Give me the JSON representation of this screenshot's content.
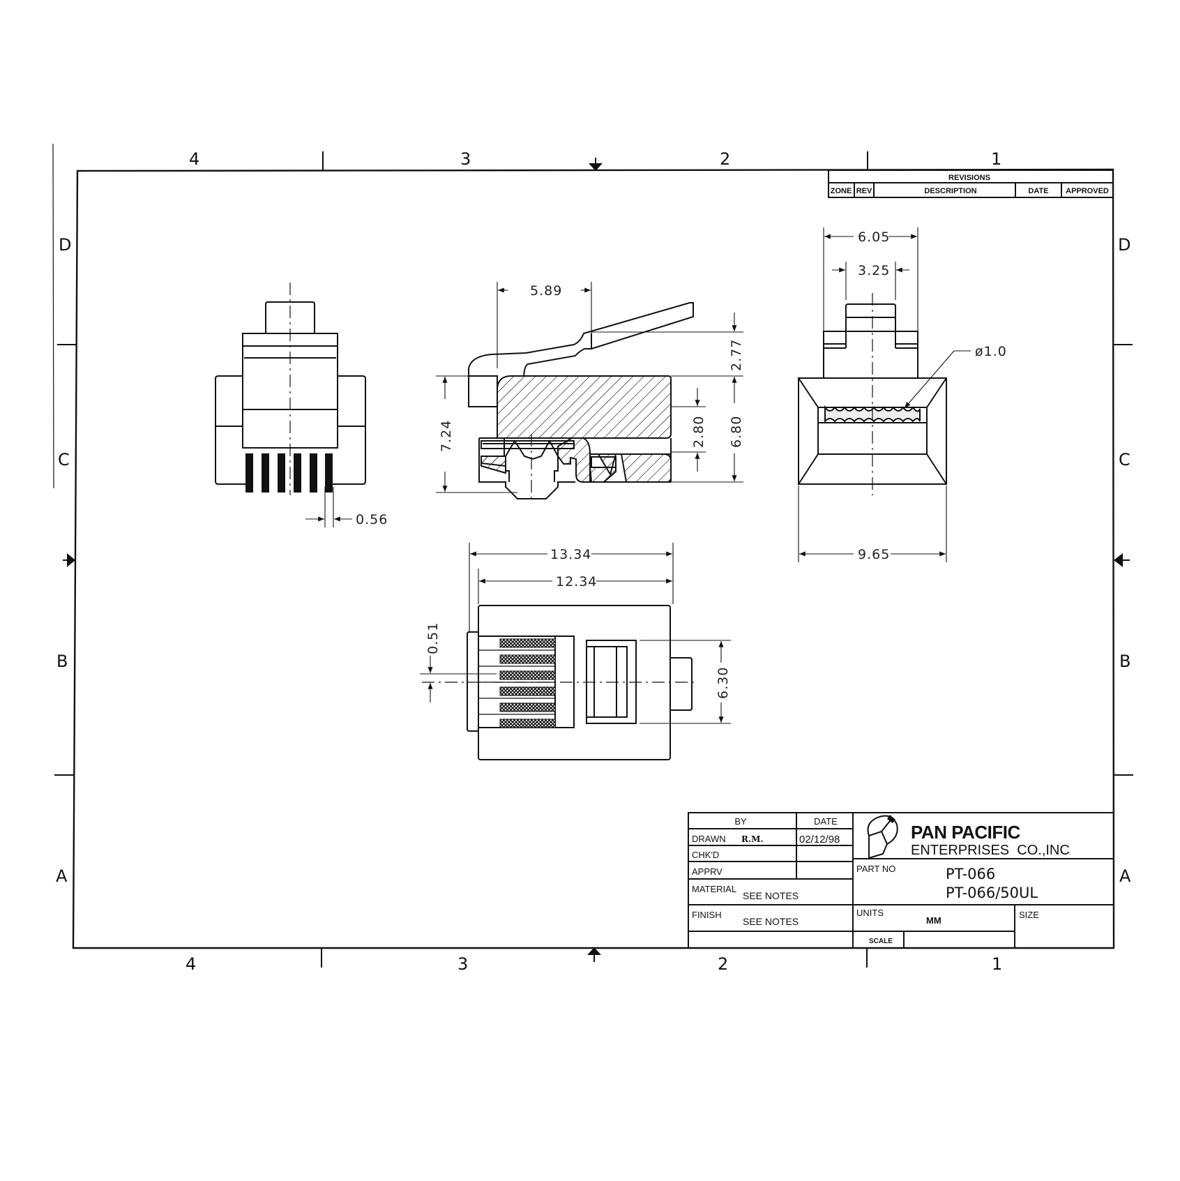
{
  "drawing": {
    "zones_horizontal": [
      "4",
      "3",
      "2",
      "1"
    ],
    "zones_vertical": [
      "D",
      "C",
      "B",
      "A"
    ]
  },
  "revisions": {
    "title": "REVISIONS",
    "columns": [
      "ZONE",
      "REV",
      "DESCRIPTION",
      "DATE",
      "APPROVED"
    ]
  },
  "views": {
    "front": {
      "dims": {
        "pin_width": "0.56"
      }
    },
    "side_section": {
      "dims": {
        "latch_length": "5.89",
        "latch_height": "2.77",
        "overall_height": "7.24",
        "body_height": "6.80",
        "cavity_height": "2.80"
      }
    },
    "end": {
      "dims": {
        "latch_outer_width": "6.05",
        "latch_inner_width": "3.25",
        "wire_hole_diameter": "ø1.0",
        "body_width": "9.65"
      }
    },
    "bottom": {
      "dims": {
        "overall_length": "13.34",
        "body_length": "12.34",
        "contact_offset": "0.51",
        "latch_width": "6.30"
      }
    }
  },
  "title_block": {
    "headers": {
      "by": "BY",
      "date": "DATE"
    },
    "rows": [
      {
        "label": "DRAWN",
        "by": "R.M.",
        "date": "02/12/98"
      },
      {
        "label": "CHK'D",
        "by": "",
        "date": ""
      },
      {
        "label": "APPRV",
        "by": "",
        "date": ""
      }
    ],
    "material_label": "MATERIAL",
    "material_value": "SEE NOTES",
    "finish_label": "FINISH",
    "finish_value": "SEE NOTES",
    "company_name": "PAN PACIFIC",
    "company_sub": "ENTERPRISES  CO.,INC",
    "part_no_label": "PART NO",
    "part_numbers": [
      "PT-066",
      "PT-066/50UL"
    ],
    "units_label": "UNITS",
    "units_value": "MM",
    "size_label": "SIZE",
    "scale_label": "SCALE"
  }
}
